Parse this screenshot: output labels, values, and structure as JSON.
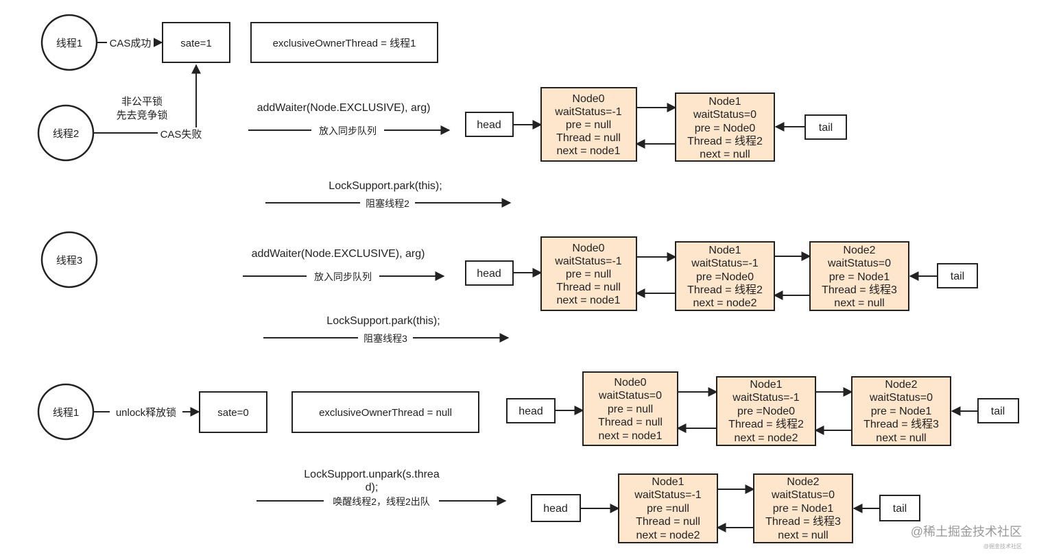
{
  "section1": {
    "thread1": "线程1",
    "cas_success": "CAS成功",
    "state": "sate=1",
    "owner": "exclusiveOwnerThread = 线程1",
    "thread2": "线程2",
    "unfair_line1": "非公平锁",
    "unfair_line2": "先去竞争锁",
    "cas_fail": "CAS失败",
    "addwaiter": "addWaiter(Node.EXCLUSIVE), arg)",
    "enqueue": "放入同步队列",
    "park": "LockSupport.park(this);",
    "block": "阻塞线程2",
    "head": "head",
    "tail": "tail",
    "node0": [
      "Node0",
      "waitStatus=-1",
      "pre = null",
      "Thread = null",
      "next = node1"
    ],
    "node1": [
      "Node1",
      "waitStatus=0",
      "pre = Node0",
      "Thread = 线程2",
      "next = null"
    ]
  },
  "section2": {
    "thread3": "线程3",
    "addwaiter": "addWaiter(Node.EXCLUSIVE), arg)",
    "enqueue": "放入同步队列",
    "park": "LockSupport.park(this);",
    "block": "阻塞线程3",
    "head": "head",
    "tail": "tail",
    "node0": [
      "Node0",
      "waitStatus=-1",
      "pre = null",
      "Thread = null",
      "next = node1"
    ],
    "node1": [
      "Node1",
      "waitStatus=-1",
      "pre =Node0",
      "Thread = 线程2",
      "next = node2"
    ],
    "node2": [
      "Node2",
      "waitStatus=0",
      "pre = Node1",
      "Thread = 线程3",
      "next = null"
    ]
  },
  "section3": {
    "thread1": "线程1",
    "unlock": "unlock释放锁",
    "state": "sate=0",
    "owner": "exclusiveOwnerThread = null",
    "head": "head",
    "tail": "tail",
    "node0": [
      "Node0",
      "waitStatus=0",
      "pre = null",
      "Thread = null",
      "next = node1"
    ],
    "node1": [
      "Node1",
      "waitStatus=-1",
      "pre =Node0",
      "Thread = 线程2",
      "next = node2"
    ],
    "node2": [
      "Node2",
      "waitStatus=0",
      "pre = Node1",
      "Thread = 线程3",
      "next = null"
    ]
  },
  "section4": {
    "unpark_line1": "LockSupport.unpark(s.threa",
    "unpark_line2": "d);",
    "wake": "唤醒线程2，线程2出队",
    "head": "head",
    "tail": "tail",
    "node1": [
      "Node1",
      "waitStatus=-1",
      "pre =null",
      "Thread = null",
      "next = node2"
    ],
    "node2": [
      "Node2",
      "waitStatus=0",
      "pre = Node1",
      "Thread = 线程3",
      "next = null"
    ]
  },
  "watermark": {
    "main": "@稀土掘金技术社区",
    "sub": "@掘金技术社区"
  },
  "colors": {
    "node_fill": "#fde6cc",
    "stroke": "#222222"
  }
}
